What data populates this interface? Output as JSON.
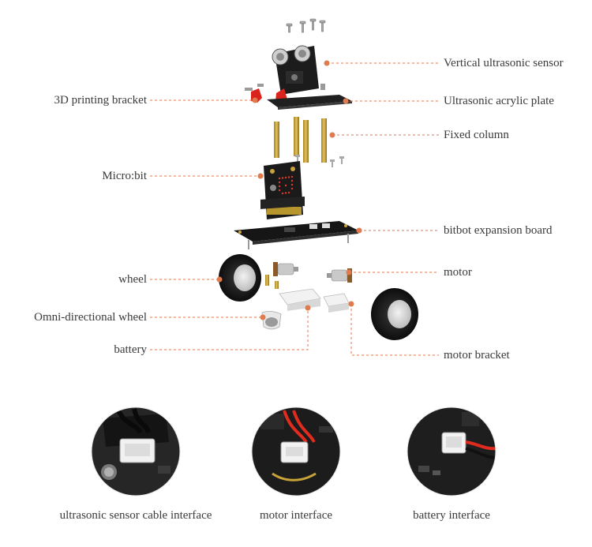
{
  "labels": {
    "vertical_ultrasonic_sensor": "Vertical ultrasonic sensor",
    "printing_bracket": "3D printing bracket",
    "ultrasonic_acrylic_plate": "Ultrasonic acrylic plate",
    "fixed_column": "Fixed column",
    "microbit": "Micro:bit",
    "expansion_board": "bitbot expansion board",
    "wheel": "wheel",
    "motor": "motor",
    "omni_wheel": "Omni-directional wheel",
    "battery": "battery",
    "motor_bracket": "motor bracket"
  },
  "captions": {
    "ultrasonic_interface": "ultrasonic sensor cable interface",
    "motor_interface": "motor interface",
    "battery_interface": "battery interface"
  },
  "colors": {
    "leader_line": "#e07a4f",
    "text": "#3a3a3a",
    "board": "#1a1a1a",
    "brass": "#c9a33a",
    "red_part": "#d9231d"
  }
}
